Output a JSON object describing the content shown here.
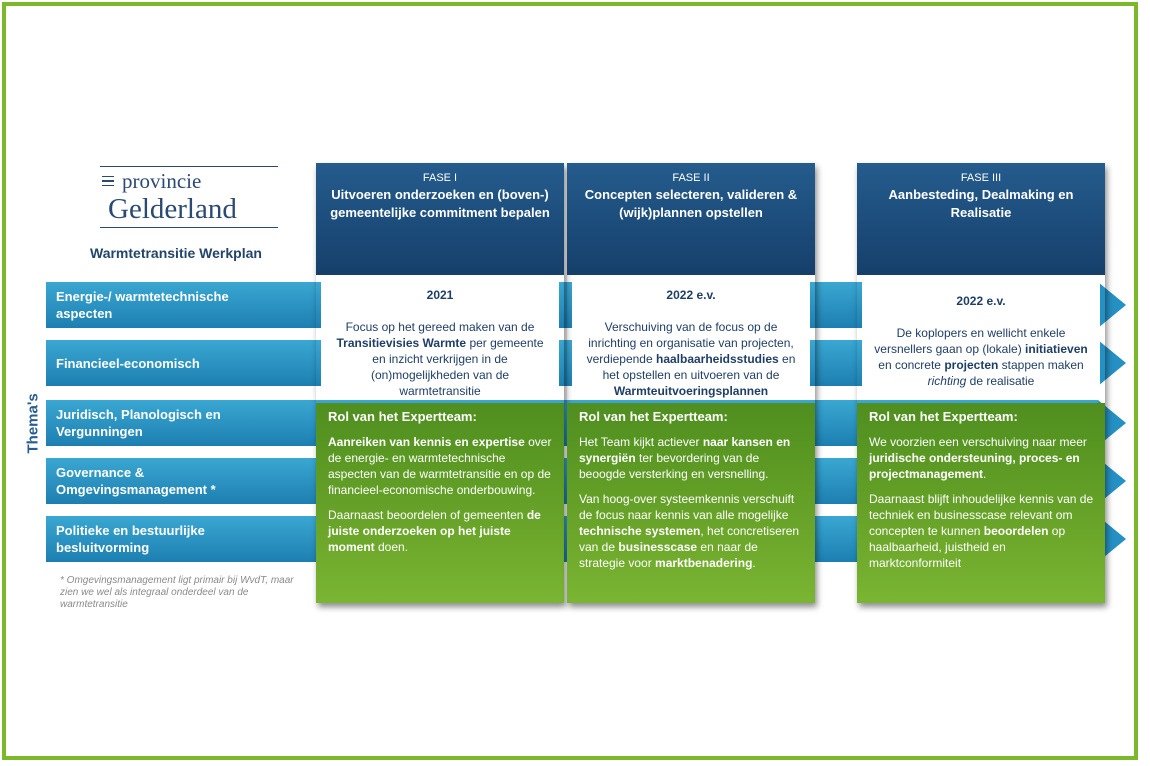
{
  "logo": {
    "line1": "provincie",
    "line2": "Gelderland"
  },
  "subtitle": "Warmtetransitie Werkplan",
  "themes_label": "Thema's",
  "themes": [
    "Energie-/ warmtetechnische aspecten",
    "Financieel-economisch",
    "Juridisch, Planologisch en Vergunningen",
    "Governance & Omgevingsmanagement *",
    "Politieke en bestuurlijke besluitvorming"
  ],
  "footnote": "* Omgevingsmanagement ligt primair bij WvdT, maar zien we wel als integraal onderdeel van de warmtetransitie",
  "phases": [
    {
      "phase": "FASE I",
      "title": "Uitvoeren onderzoeken en (boven-) gemeentelijke commitment bepalen",
      "year": "2021",
      "desc": [
        {
          "t": "Focus op het gereed maken van de "
        },
        {
          "t": "Transitievisies Warmte",
          "b": true
        },
        {
          "t": " per gemeente en inzicht verkrijgen in de (on)mogelijkheden van de warmtetransitie"
        }
      ],
      "expert_title": "Rol van het Expertteam:",
      "expert": [
        [
          {
            "t": "Aanreiken van kennis en expertise",
            "b": true
          },
          {
            "t": " over de energie- en warmtetechnische aspecten van de warmtetransitie en op de financieel-economische onderbouwing."
          }
        ],
        [
          {
            "t": "Daarnaast beoordelen of gemeenten "
          },
          {
            "t": "de juiste onderzoeken op het juiste moment",
            "b": true
          },
          {
            "t": " doen."
          }
        ]
      ]
    },
    {
      "phase": "FASE II",
      "title": "Concepten selecteren, valideren & (wijk)plannen opstellen",
      "year": "2022 e.v.",
      "desc": [
        {
          "t": "Verschuiving van de focus op de inrichting en organisatie van projecten, verdiepende "
        },
        {
          "t": "haalbaarheidsstudies",
          "b": true
        },
        {
          "t": " en het opstellen en uitvoeren van de "
        },
        {
          "t": "Warmteuitvoeringsplannen",
          "b": true
        }
      ],
      "expert_title": "Rol van het Expertteam:",
      "expert": [
        [
          {
            "t": "Het Team kijkt actiever "
          },
          {
            "t": "naar kansen en synergiën",
            "b": true
          },
          {
            "t": " ter bevordering van de beoogde versterking en versnelling."
          }
        ],
        [
          {
            "t": "Van hoog-over systeemkennis verschuift de focus naar kennis van alle mogelijke "
          },
          {
            "t": "technische systemen",
            "b": true
          },
          {
            "t": ", het concretiseren van de "
          },
          {
            "t": "businesscase",
            "b": true
          },
          {
            "t": " en naar de strategie voor "
          },
          {
            "t": "marktbenadering",
            "b": true
          },
          {
            "t": "."
          }
        ]
      ]
    },
    {
      "phase": "FASE III",
      "title": "Aanbesteding, Dealmaking en Realisatie",
      "year": "2022 e.v.",
      "desc": [
        {
          "t": "De koplopers en wellicht enkele versnellers gaan op (lokale) "
        },
        {
          "t": "initiatieven",
          "b": true
        },
        {
          "t": " en concrete "
        },
        {
          "t": "projecten",
          "b": true
        },
        {
          "t": " stappen maken "
        },
        {
          "t": "richting",
          "i": true
        },
        {
          "t": " de realisatie"
        }
      ],
      "expert_title": "Rol van het Expertteam:",
      "expert": [
        [
          {
            "t": "We voorzien een verschuiving naar meer "
          },
          {
            "t": "juridische ondersteuning, proces- en projectmanagement",
            "b": true
          },
          {
            "t": "."
          }
        ],
        [
          {
            "t": "Daarnaast blijft inhoudelijke kennis van de techniek en businesscase relevant om concepten te kunnen "
          },
          {
            "t": "beoordelen",
            "b": true
          },
          {
            "t": " op haalbaarheid, juistheid en marktconformiteit"
          }
        ]
      ]
    }
  ]
}
